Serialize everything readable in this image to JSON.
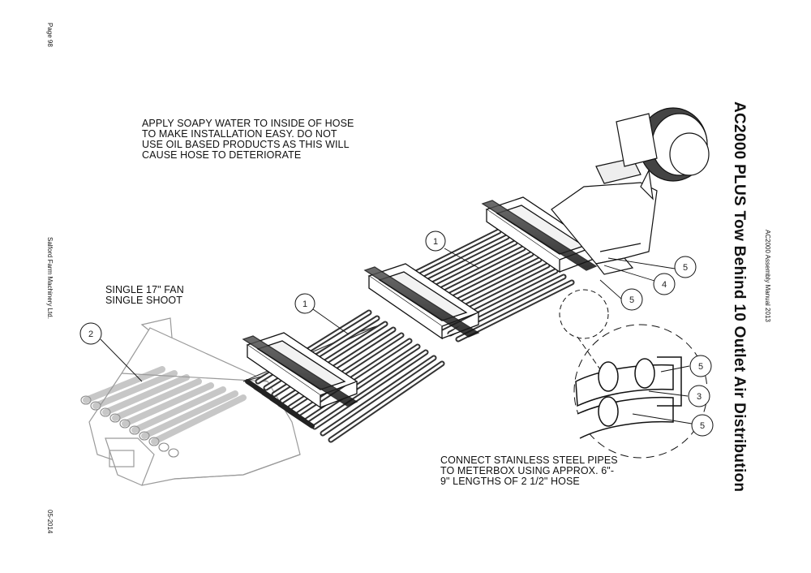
{
  "margin": {
    "page": "Page 98",
    "company": "Salford Farm Machinery Ltd.",
    "date": "05-2014"
  },
  "title": "AC2000 PLUS Tow Behind 10 Outlet Air Distribution",
  "manual": "AC2000 Assembly Manual 2013",
  "notes": {
    "soapy_water": "APPLY SOAPY WATER TO INSIDE OF HOSE\nTO MAKE INSTALLATION EASY. DO NOT\nUSE OIL BASED PRODUCTS AS THIS WILL\nCAUSE HOSE TO DETERIORATE",
    "fan": "SINGLE 17\" FAN\nSINGLE SHOOT",
    "connect": "CONNECT STAINLESS STEEL PIPES\nTO METERBOX USING APPROX. 6\"-\n9\" LENGTHS OF 2 1/2\" HOSE"
  },
  "callouts": {
    "c2": "2",
    "c1a": "1",
    "c1b": "1",
    "c5a": "5",
    "c4": "4",
    "c5b": "5",
    "c5c": "5",
    "c3": "3",
    "c5d": "5"
  }
}
